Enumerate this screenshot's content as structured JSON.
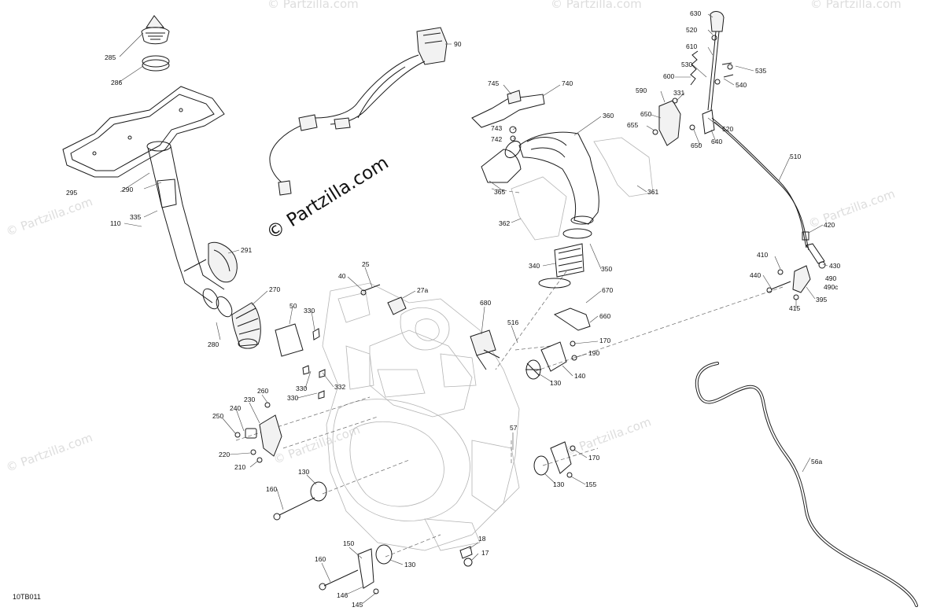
{
  "watermark": {
    "main": "© Partzilla.com",
    "repeat": "© Partzilla.com"
  },
  "diagram_code": "10TB011",
  "callouts": [
    {
      "id": "c630",
      "text": "630"
    },
    {
      "id": "c520a",
      "text": "520"
    },
    {
      "id": "c610",
      "text": "610"
    },
    {
      "id": "c535",
      "text": "535"
    },
    {
      "id": "c530",
      "text": "530"
    },
    {
      "id": "c540",
      "text": "540"
    },
    {
      "id": "c600",
      "text": "600"
    },
    {
      "id": "c590",
      "text": "590"
    },
    {
      "id": "c331",
      "text": "331"
    },
    {
      "id": "c650a",
      "text": "650"
    },
    {
      "id": "c655",
      "text": "655"
    },
    {
      "id": "c520b",
      "text": "520"
    },
    {
      "id": "c650b",
      "text": "650"
    },
    {
      "id": "c640",
      "text": "640"
    },
    {
      "id": "c510",
      "text": "510"
    },
    {
      "id": "c420",
      "text": "420"
    },
    {
      "id": "c410",
      "text": "410"
    },
    {
      "id": "c430",
      "text": "430"
    },
    {
      "id": "c440",
      "text": "440"
    },
    {
      "id": "c490",
      "text": "490"
    },
    {
      "id": "c490c",
      "text": "490c"
    },
    {
      "id": "c395",
      "text": "395"
    },
    {
      "id": "c415",
      "text": "415"
    },
    {
      "id": "c285",
      "text": "285"
    },
    {
      "id": "c286",
      "text": "286"
    },
    {
      "id": "c90",
      "text": "90"
    },
    {
      "id": "c745",
      "text": "745"
    },
    {
      "id": "c740",
      "text": "740"
    },
    {
      "id": "c743",
      "text": "743"
    },
    {
      "id": "c742",
      "text": "742"
    },
    {
      "id": "c360",
      "text": "360"
    },
    {
      "id": "c365",
      "text": "365"
    },
    {
      "id": "c361",
      "text": "361"
    },
    {
      "id": "c362",
      "text": "362"
    },
    {
      "id": "c340",
      "text": "340"
    },
    {
      "id": "c350",
      "text": "350"
    },
    {
      "id": "c295",
      "text": "295"
    },
    {
      "id": "c290",
      "text": "290"
    },
    {
      "id": "c335",
      "text": "335"
    },
    {
      "id": "c110",
      "text": "110"
    },
    {
      "id": "c291",
      "text": "291"
    },
    {
      "id": "c25",
      "text": "25"
    },
    {
      "id": "c40",
      "text": "40"
    },
    {
      "id": "c27a",
      "text": "27a"
    },
    {
      "id": "c270",
      "text": "270"
    },
    {
      "id": "c50",
      "text": "50"
    },
    {
      "id": "c330a",
      "text": "330"
    },
    {
      "id": "c280",
      "text": "280"
    },
    {
      "id": "c680",
      "text": "680"
    },
    {
      "id": "c670",
      "text": "670"
    },
    {
      "id": "c660",
      "text": "660"
    },
    {
      "id": "c516",
      "text": "516"
    },
    {
      "id": "c170a",
      "text": "170"
    },
    {
      "id": "c190",
      "text": "190"
    },
    {
      "id": "c140",
      "text": "140"
    },
    {
      "id": "c130a",
      "text": "130"
    },
    {
      "id": "c330b",
      "text": "330"
    },
    {
      "id": "c332",
      "text": "332"
    },
    {
      "id": "c330c",
      "text": "330"
    },
    {
      "id": "c260",
      "text": "260"
    },
    {
      "id": "c240",
      "text": "240"
    },
    {
      "id": "c230",
      "text": "230"
    },
    {
      "id": "c250",
      "text": "250"
    },
    {
      "id": "c220",
      "text": "220"
    },
    {
      "id": "c210",
      "text": "210"
    },
    {
      "id": "c57",
      "text": "57"
    },
    {
      "id": "c170b",
      "text": "170"
    },
    {
      "id": "c130b",
      "text": "130"
    },
    {
      "id": "c155",
      "text": "155"
    },
    {
      "id": "c130c",
      "text": "130"
    },
    {
      "id": "c160a",
      "text": "160"
    },
    {
      "id": "c56a",
      "text": "56a"
    },
    {
      "id": "c150",
      "text": "150"
    },
    {
      "id": "c18",
      "text": "18"
    },
    {
      "id": "c17",
      "text": "17"
    },
    {
      "id": "c130d",
      "text": "130"
    },
    {
      "id": "c160b",
      "text": "160"
    },
    {
      "id": "c146",
      "text": "146"
    },
    {
      "id": "c145",
      "text": "145"
    }
  ]
}
